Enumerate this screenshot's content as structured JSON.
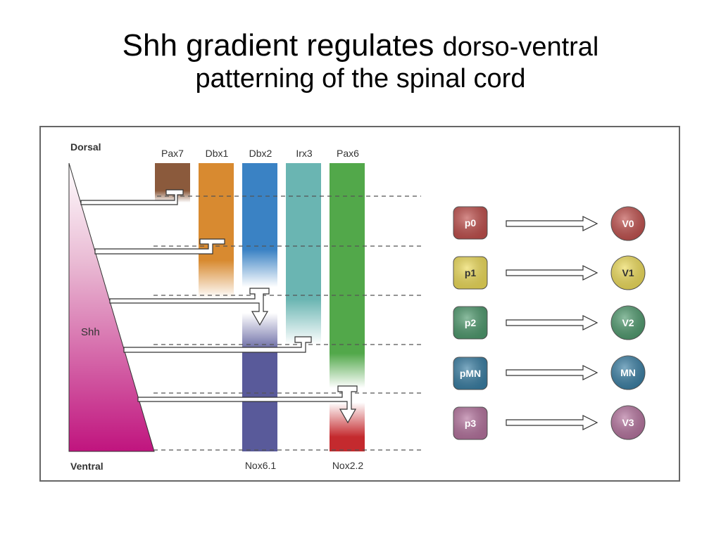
{
  "slide": {
    "title_part1": "Shh gradient regulates ",
    "title_part2": "dorso-ventral",
    "title_line2": "patterning of the spinal cord"
  },
  "figure": {
    "axis": {
      "dorsal_label": "Dorsal",
      "ventral_label": "Ventral",
      "morphogen_label": "Shh"
    },
    "genes": [
      {
        "name": "Pax7",
        "color": "#8b5a3c"
      },
      {
        "name": "Dbx1",
        "color": "#d88a30"
      },
      {
        "name": "Dbx2",
        "color": "#3a82c4"
      },
      {
        "name": "Irx3",
        "color": "#6ab5b2"
      },
      {
        "name": "Pax6",
        "color": "#52a84a"
      }
    ],
    "bottom_genes": [
      {
        "name": "Nox6.1",
        "color": "#595a9a"
      },
      {
        "name": "Nox2.2",
        "color": "#c42a2e"
      }
    ],
    "domains": [
      {
        "progenitor": "p0",
        "neuron": "V0",
        "color": "#c0504d"
      },
      {
        "progenitor": "p1",
        "neuron": "V1",
        "color": "#eedc5a"
      },
      {
        "progenitor": "p2",
        "neuron": "V2",
        "color": "#4f9a6e"
      },
      {
        "progenitor": "pMN",
        "neuron": "MN",
        "color": "#3a7fa4"
      },
      {
        "progenitor": "p3",
        "neuron": "V3",
        "color": "#b5739e"
      }
    ]
  }
}
